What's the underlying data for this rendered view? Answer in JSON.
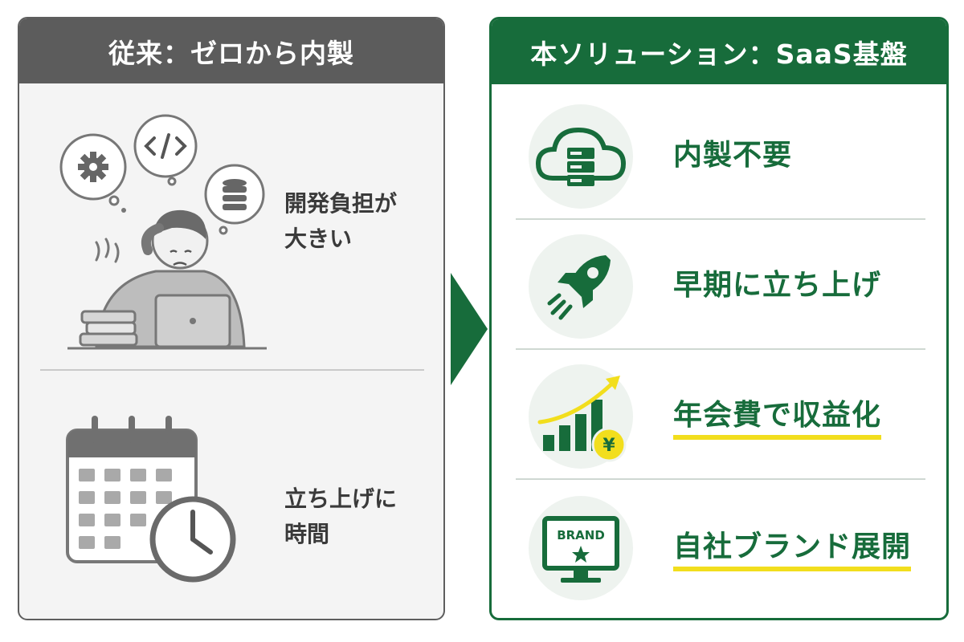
{
  "left": {
    "header": "従来：ゼロから内製",
    "items": [
      {
        "icon": "overwhelmed-developer-icon",
        "lines": [
          "開発負担が",
          "大きい"
        ]
      },
      {
        "icon": "calendar-clock-icon",
        "lines": [
          "立ち上げに",
          "時間"
        ]
      }
    ]
  },
  "arrow_icon": "right-arrow-icon",
  "right": {
    "header": "本ソリューション：SaaS基盤",
    "items": [
      {
        "icon": "cloud-server-icon",
        "label": "内製不要",
        "highlight": false
      },
      {
        "icon": "rocket-icon",
        "label": "早期に立ち上げ",
        "highlight": false
      },
      {
        "icon": "growth-chart-yen-icon",
        "label": "年会費で収益化",
        "highlight": true
      },
      {
        "icon": "brand-monitor-icon",
        "label": "自社ブランド展開",
        "highlight": true,
        "screen_text": "BRAND"
      }
    ]
  },
  "colors": {
    "left_header": "#5c5c5c",
    "left_background": "#f4f4f4",
    "right_header": "#176c3b",
    "accent_green": "#176c3b",
    "highlight_yellow": "#f2de1d",
    "icon_circle": "#eef3ef"
  }
}
